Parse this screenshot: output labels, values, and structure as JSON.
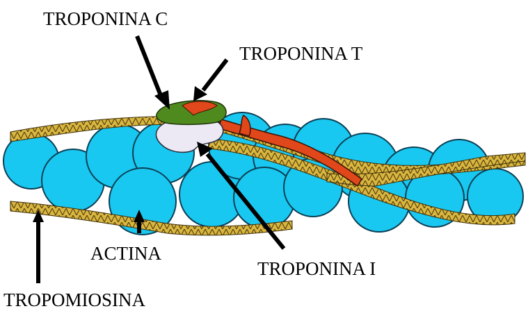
{
  "labels": {
    "troponin_c": "TROPONINA C",
    "troponin_t": "TROPONINA T",
    "troponin_i": "TROPONINA I",
    "actin": "ACTINA",
    "tropomyosin": "TROPOMIOSINA"
  },
  "colors": {
    "actin_fill": "#19c8f0",
    "actin_stroke": "#0b3f55",
    "tropomyosin_fill": "#d8b640",
    "troponin_c_fill": "#4f8a1e",
    "troponin_t_fill": "#e0471a",
    "troponin_i_fill": "#ece9f4",
    "arrow": "#000000"
  }
}
